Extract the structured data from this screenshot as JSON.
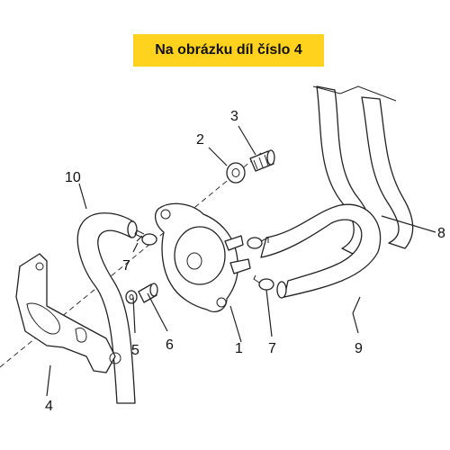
{
  "banner": {
    "text": "Na obrázku díl číslo 4",
    "bg_color": "#ffd21e"
  },
  "callouts": {
    "c1": "1",
    "c2": "2",
    "c3": "3",
    "c4": "4",
    "c5": "5",
    "c6": "6",
    "c7a": "7",
    "c7b": "7",
    "c8": "8",
    "c9": "9",
    "c10": "10"
  }
}
